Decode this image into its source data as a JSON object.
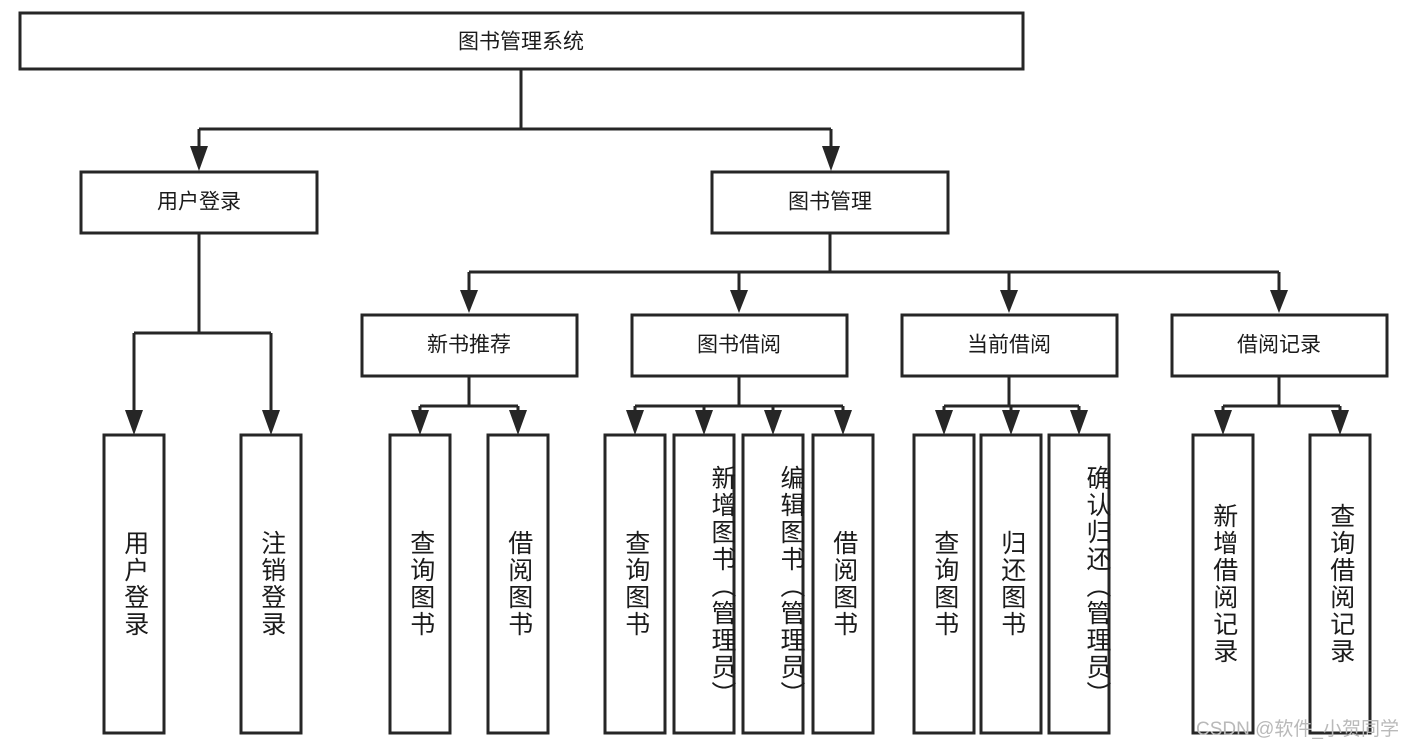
{
  "diagram": {
    "title": "图书管理系统",
    "type": "tree-hierarchy-diagram",
    "nodes": {
      "root": {
        "label": "图书管理系统"
      },
      "level2": [
        {
          "id": "user-login",
          "label": "用户登录"
        },
        {
          "id": "book-management",
          "label": "图书管理"
        }
      ],
      "level3": [
        {
          "id": "new-book-recommend",
          "label": "新书推荐"
        },
        {
          "id": "book-borrow",
          "label": "图书借阅"
        },
        {
          "id": "current-borrow",
          "label": "当前借阅"
        },
        {
          "id": "borrow-record",
          "label": "借阅记录"
        }
      ],
      "leaves": {
        "user_login": [
          {
            "id": "leaf-user-login",
            "label": "用户登录"
          },
          {
            "id": "leaf-logout-login",
            "label": "注销登录"
          }
        ],
        "new_book_recommend": [
          {
            "id": "leaf-query-book-1",
            "label": "查询图书"
          },
          {
            "id": "leaf-borrow-book-1",
            "label": "借阅图书"
          }
        ],
        "book_borrow": [
          {
            "id": "leaf-query-book-2",
            "label": "查询图书"
          },
          {
            "id": "leaf-add-book",
            "label": "新增图书（管理员）"
          },
          {
            "id": "leaf-edit-book",
            "label": "编辑图书（管理员）"
          },
          {
            "id": "leaf-borrow-book-2",
            "label": "借阅图书"
          }
        ],
        "current_borrow": [
          {
            "id": "leaf-query-book-3",
            "label": "查询图书"
          },
          {
            "id": "leaf-return-book",
            "label": "归还图书"
          },
          {
            "id": "leaf-confirm-return",
            "label": "确认归还（管理员）"
          }
        ],
        "borrow_record": [
          {
            "id": "leaf-add-borrow-record",
            "label": "新增借阅记录"
          },
          {
            "id": "leaf-query-borrow-record",
            "label": "查询借阅记录"
          }
        ]
      }
    },
    "colors": {
      "stroke": "#262626",
      "fill": "#ffffff",
      "text": "#1b1b1b",
      "watermark": "#b9b9b9",
      "background": "#ffffff"
    }
  },
  "watermark": {
    "text": "CSDN @软件_小贺同学"
  }
}
